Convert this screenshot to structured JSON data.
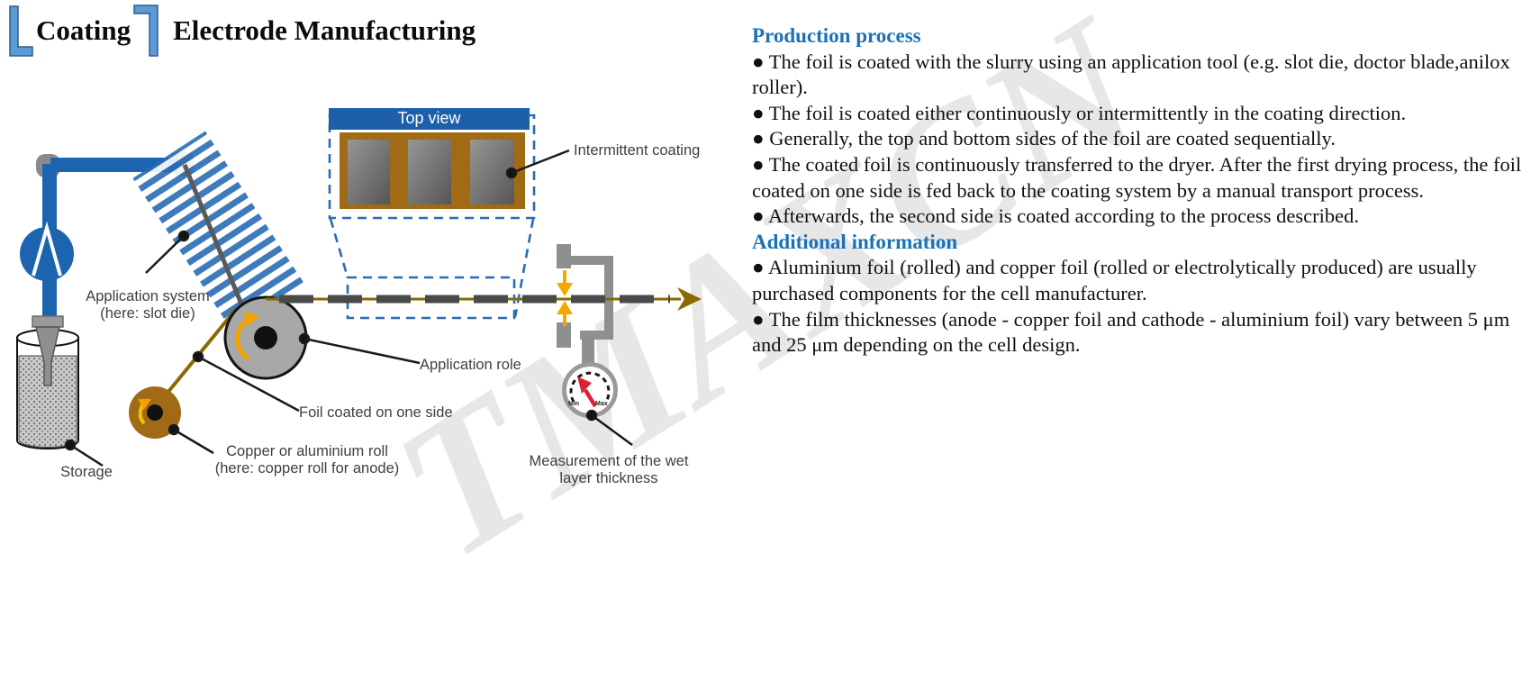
{
  "title": {
    "bracket_word": "Coating",
    "rest": "Electrode Manufacturing"
  },
  "watermark": "TMAXCN",
  "colors": {
    "accent_blue": "#1b72b8",
    "pipe_blue": "#1d64b0",
    "bracket_blue": "#5b9bd5",
    "copper_brown": "#a16a14",
    "foil_olive": "#8a6a00",
    "coating_dark_gray": "#4a4a4a",
    "arrow_orange": "#f5a800",
    "needle_red": "#d92332",
    "roll_gray": "#a8a8a8"
  },
  "diagram": {
    "labels": {
      "top_view": "Top view",
      "intermittent_coating": "Intermittent coating",
      "application_system": "Application system",
      "application_system_sub": "(here: slot die)",
      "application_role": "Application role",
      "foil_coated": "Foil coated on one side",
      "copper_roll": "Copper or aluminium roll",
      "copper_roll_sub": "(here: copper roll for anode)",
      "storage": "Storage",
      "measurement_line1": "Measurement of the wet",
      "measurement_line2": "layer thickness",
      "gauge_min": "Min",
      "gauge_max": "Max"
    }
  },
  "info": {
    "production_heading": "Production process",
    "production_bullets": [
      "● The foil is coated with the slurry using an application tool (e.g. slot die, doctor blade,anilox roller).",
      "● The foil is coated either continuously or intermittently in the coating direction.",
      "● Generally, the top and bottom sides of the foil are coated sequentially.",
      "● The coated foil is continuously transferred to the dryer. After the first drying process, the foil coated on one side is fed back to the coating system by a manual transport process.",
      "● Afterwards, the second side is coated according to the process described."
    ],
    "additional_heading": "Additional information",
    "additional_bullets": [
      "● Aluminium foil (rolled) and copper foil (rolled or electrolytically produced) are usually purchased components for the cell manufacturer.",
      "● The film thicknesses (anode - copper foil and cathode - aluminium foil) vary between 5 μm and 25 μm depending on the cell design."
    ]
  }
}
